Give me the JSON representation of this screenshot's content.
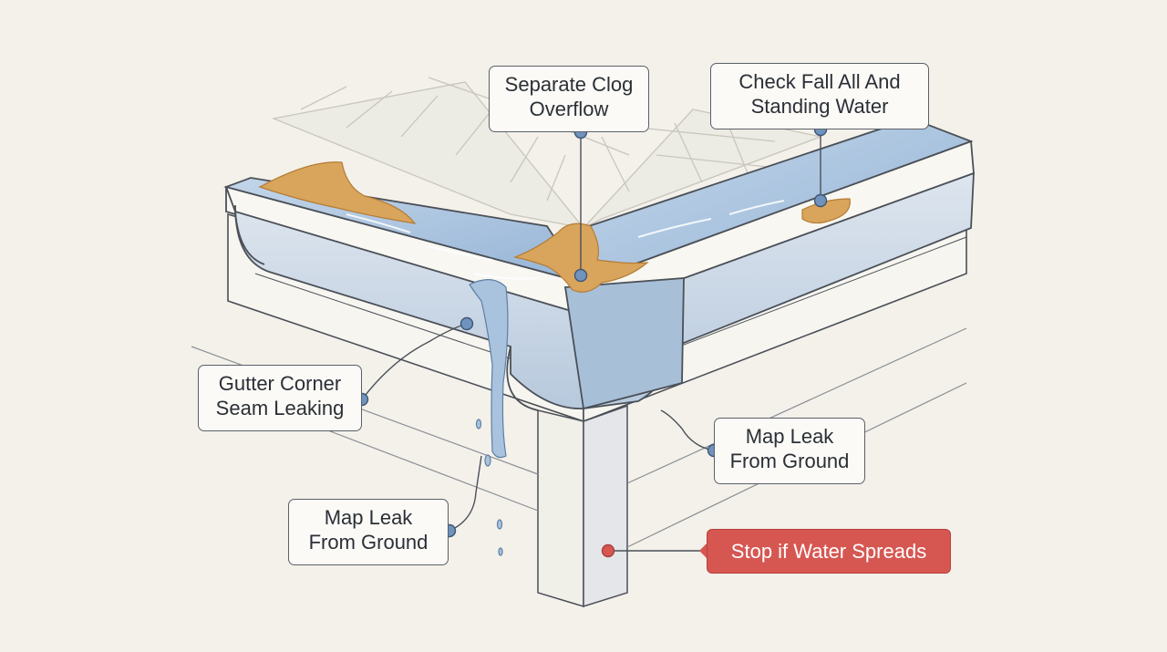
{
  "callouts": {
    "separate_clog": "Separate Clog\nOverflow",
    "check_fall": "Check Fall All And\nStanding Water",
    "gutter_corner": "Gutter Corner\nSeam Leaking",
    "map_leak_left": "Map Leak\nFrom Ground",
    "map_leak_right": "Map Leak\nFrom Ground",
    "stop_warning": "Stop if Water Spreads"
  },
  "colors": {
    "background": "#f3f1ea",
    "water": "#a9c3de",
    "debris": "#d9a55c",
    "ink": "#4b5058",
    "marker": "#6f93bd",
    "warning": "#d65752"
  }
}
